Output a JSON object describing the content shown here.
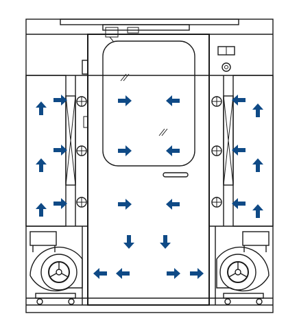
{
  "diagram": {
    "subject": "air-shower-front-view",
    "colors": {
      "outline": "#1a1a1a",
      "airflow_arrow": "#0f4a86",
      "background": "#ffffff"
    },
    "airflow_arrows": [
      {
        "id": "outer-left-up-1",
        "direction": "up"
      },
      {
        "id": "outer-left-up-2",
        "direction": "up"
      },
      {
        "id": "outer-left-up-3",
        "direction": "up"
      },
      {
        "id": "nozzle-left-in-1",
        "direction": "right"
      },
      {
        "id": "nozzle-left-in-2",
        "direction": "right"
      },
      {
        "id": "nozzle-left-in-3",
        "direction": "right"
      },
      {
        "id": "chamber-left-in-1",
        "direction": "right"
      },
      {
        "id": "chamber-left-in-2",
        "direction": "right"
      },
      {
        "id": "chamber-left-in-3",
        "direction": "right"
      },
      {
        "id": "chamber-right-in-1",
        "direction": "left"
      },
      {
        "id": "chamber-right-in-2",
        "direction": "left"
      },
      {
        "id": "chamber-right-in-3",
        "direction": "left"
      },
      {
        "id": "nozzle-right-in-1",
        "direction": "left"
      },
      {
        "id": "nozzle-right-in-2",
        "direction": "left"
      },
      {
        "id": "nozzle-right-in-3",
        "direction": "left"
      },
      {
        "id": "outer-right-up-1",
        "direction": "up"
      },
      {
        "id": "outer-right-up-2",
        "direction": "up"
      },
      {
        "id": "outer-right-up-3",
        "direction": "up"
      },
      {
        "id": "chamber-down-left",
        "direction": "down"
      },
      {
        "id": "chamber-down-right",
        "direction": "down"
      },
      {
        "id": "floor-left-out-1",
        "direction": "left"
      },
      {
        "id": "floor-left-out-2",
        "direction": "left"
      },
      {
        "id": "floor-right-out-1",
        "direction": "right"
      },
      {
        "id": "floor-right-out-2",
        "direction": "right"
      }
    ],
    "components": [
      "outer-cabinet",
      "top-cap",
      "door-panel",
      "door-window",
      "door-handle",
      "left-filter",
      "right-filter",
      "left-nozzle-column",
      "right-nozzle-column",
      "left-blower-fan",
      "right-blower-fan",
      "control-box",
      "caster-wheels"
    ]
  }
}
